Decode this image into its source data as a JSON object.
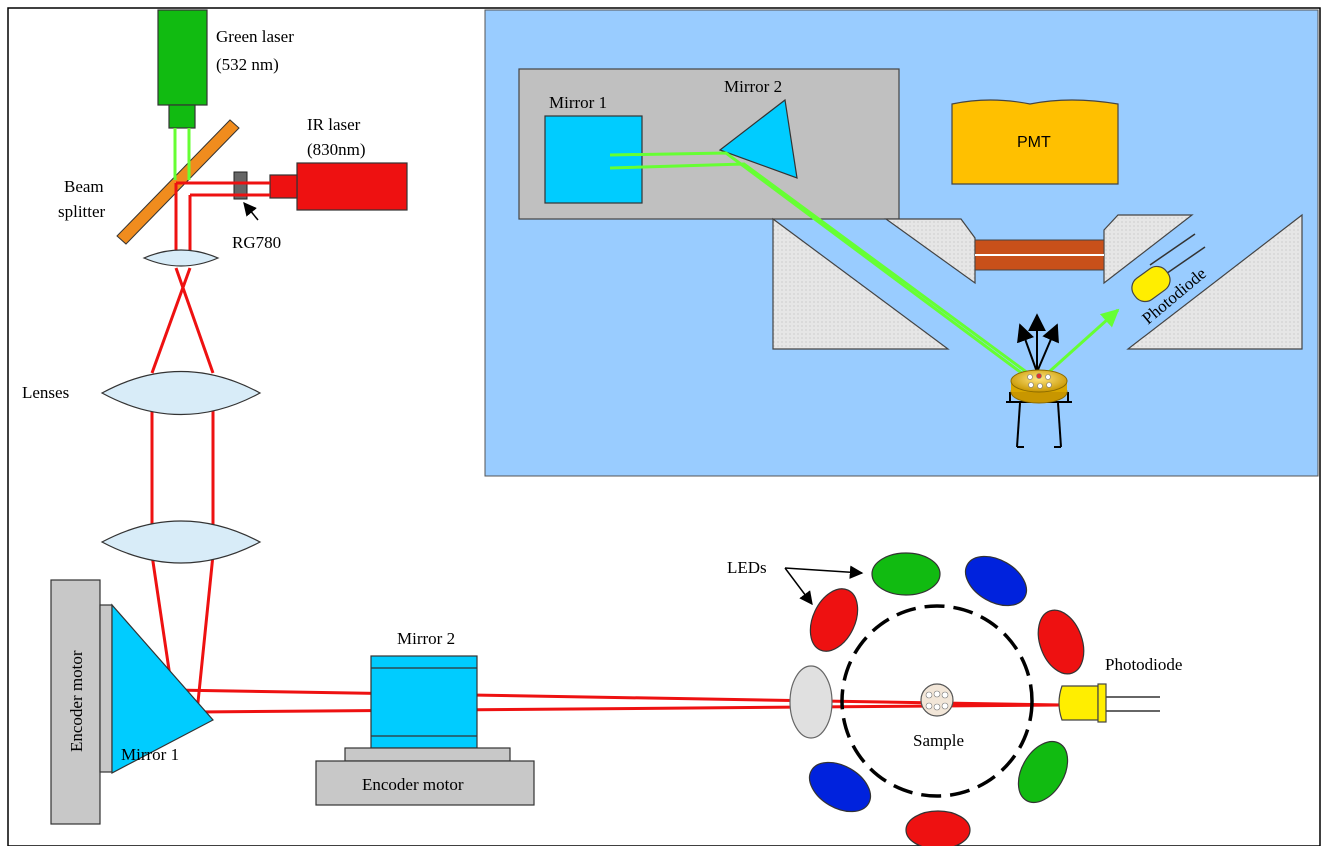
{
  "labels": {
    "green_laser": "Green laser",
    "green_laser_wavelength": "(532 nm)",
    "ir_laser": "IR laser",
    "ir_laser_wavelength": "(830nm)",
    "beam_splitter_line1": "Beam",
    "beam_splitter_line2": "splitter",
    "filter": "RG780",
    "lenses": "Lenses",
    "encoder_motor_vertical": "Encoder motor",
    "mirror_1": "Mirror 1",
    "mirror_2": "Mirror 2",
    "encoder_motor_horizontal": "Encoder motor",
    "leds": "LEDs",
    "photodiode": "Photodiode",
    "sample": "Sample",
    "inset_mirror_1": "Mirror 1",
    "inset_mirror_2": "Mirror 2",
    "inset_pmt": "PMT",
    "inset_photodiode": "Photodiode"
  },
  "colors": {
    "background": "#ffffff",
    "inset_background": "#99ccff",
    "green_laser": "#11bb11",
    "green_beam": "#66ff33",
    "red_laser": "#ee1111",
    "red_beam": "#ee1111",
    "beam_splitter": "#f08c1e",
    "lens": "#d8ecf8",
    "mirror": "#00ccff",
    "motor": "#c8c8c8",
    "photodiode": "#ffee00",
    "pmt": "#ffc000",
    "led_red": "#ee1111",
    "led_green": "#11bb11",
    "led_blue": "#0022dd",
    "prism_block": "#e0e0e0"
  }
}
